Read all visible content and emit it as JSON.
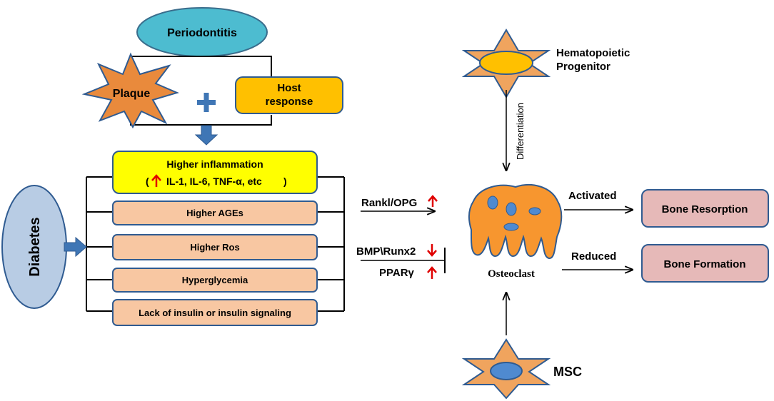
{
  "colors": {
    "periodontitis_fill": "#4dbcd0",
    "plaque_fill": "#e98a3c",
    "host_fill": "#ffc000",
    "inflammation_fill": "#ffff00",
    "factor_fill": "#f8c7a2",
    "diabetes_fill": "#b8cce4",
    "blue_arrow": "#3f76b5",
    "progenitor_star": "#f0a45e",
    "progenitor_core": "#ffc000",
    "osteoclast_fill": "#f7962f",
    "osteoclast_spot": "#4f8ad0",
    "msc_core": "#4f8ad0",
    "outcome_fill": "#e6b9b8",
    "up_arrow": "#e00000",
    "down_arrow": "#e00000",
    "line": "#000000"
  },
  "nodes": {
    "periodontitis": "Periodontitis",
    "plaque": "Plaque",
    "plus": "+",
    "host_line1": "Host",
    "host_line2": "response",
    "inflammation_line1": "Higher inflammation",
    "inflammation_open": "(",
    "inflammation_markers": "IL-1, IL-6, TNF-α, etc",
    "inflammation_close": ")",
    "factors": [
      "Higher AGEs",
      "Higher Ros",
      "Hyperglycemia",
      "Lack of insulin or insulin signaling"
    ],
    "diabetes": "Diabetes",
    "progenitor_line1": "Hematopoietic",
    "progenitor_line2": "Progenitor",
    "differentiation": "Differentiation",
    "osteoclast": "Osteoclast",
    "msc": "MSC"
  },
  "signals": {
    "rankl": "Rankl/OPG",
    "bmp": "BMP\\Runx2",
    "ppar": "PPARγ"
  },
  "outcomes": {
    "activated": "Activated",
    "reduced": "Reduced",
    "resorption": "Bone Resorption",
    "formation": "Bone Formation"
  }
}
